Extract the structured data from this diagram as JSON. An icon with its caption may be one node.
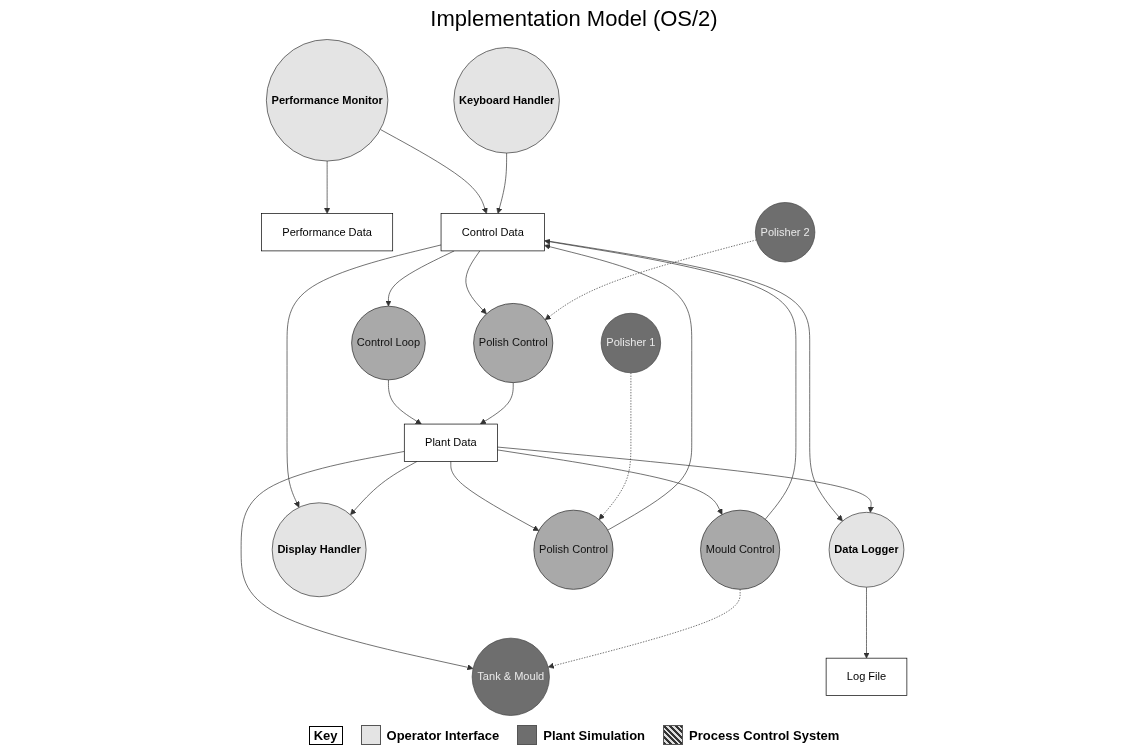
{
  "diagram": {
    "title": "Implementation Model (OS/2)",
    "nodes": [
      {
        "text": [
          "Performance Monitor"
        ]
      },
      {
        "text": [
          "Keyboard Handler"
        ]
      },
      {
        "text": [
          "Control Loop"
        ]
      },
      {
        "text": [
          "Tank & Mould"
        ]
      },
      {
        "text": [
          "Performance Data"
        ]
      },
      {
        "text": [
          "Control Data"
        ]
      },
      {
        "text": [
          "Mould Control"
        ]
      },
      {
        "text": [
          "Plant Data"
        ]
      },
      {
        "text": [
          "Polisher 1"
        ]
      },
      {
        "text": [
          "Display Handler"
        ]
      },
      {
        "text": [
          "Polish Control"
        ]
      },
      {
        "text": [
          "Polisher 2"
        ]
      },
      {
        "text": [
          "Data Logger"
        ]
      },
      {
        "text": [
          "Polish Control"
        ]
      },
      {
        "text": [
          "Log File"
        ]
      }
    ],
    "edges": [
      {
        "from": 0,
        "to": 4,
        "arrow": "to"
      },
      {
        "from": 0,
        "to": 5,
        "arrow": "to"
      },
      {
        "from": 1,
        "to": 5,
        "arrow": "to"
      },
      {
        "from": 5,
        "to": 2,
        "arrow": "to"
      },
      {
        "from": 6,
        "to": 5,
        "arrow": "to"
      },
      {
        "from": 7,
        "to": 6,
        "arrow": "to"
      },
      {
        "from": 2,
        "to": 7,
        "arrow": "to"
      },
      {
        "from": 7,
        "to": 3,
        "arrow": "to"
      },
      {
        "from": 6,
        "to": 3,
        "arrow": "to",
        "style": "dashed"
      },
      {
        "from": 5,
        "to": 9,
        "arrow": "to"
      },
      {
        "from": 5,
        "to": 12,
        "arrow": "to"
      },
      {
        "from": 10,
        "to": 5,
        "arrow": "to"
      },
      {
        "from": 5,
        "to": 13,
        "arrow": "to"
      },
      {
        "from": 7,
        "to": 9,
        "arrow": "to"
      },
      {
        "from": 7,
        "to": 12,
        "arrow": "to"
      },
      {
        "from": 7,
        "to": 10,
        "arrow": "to"
      },
      {
        "from": 13,
        "to": 7,
        "arrow": "to"
      },
      {
        "from": 8,
        "to": 10,
        "arrow": "to",
        "style": "dashed"
      },
      {
        "from": 11,
        "to": 13,
        "arrow": "to",
        "style": "dashed"
      },
      {
        "from": 12,
        "to": 14,
        "arrow": "to"
      }
    ],
    "labels": [
      "Key"
    ],
    "legend": [
      {
        "text": "Operator Interface",
        "color": "#e4e4e4"
      },
      {
        "text": "Plant Simulation",
        "color": "#6e6e6e"
      },
      {
        "text": "Process Control System"
      }
    ]
  }
}
